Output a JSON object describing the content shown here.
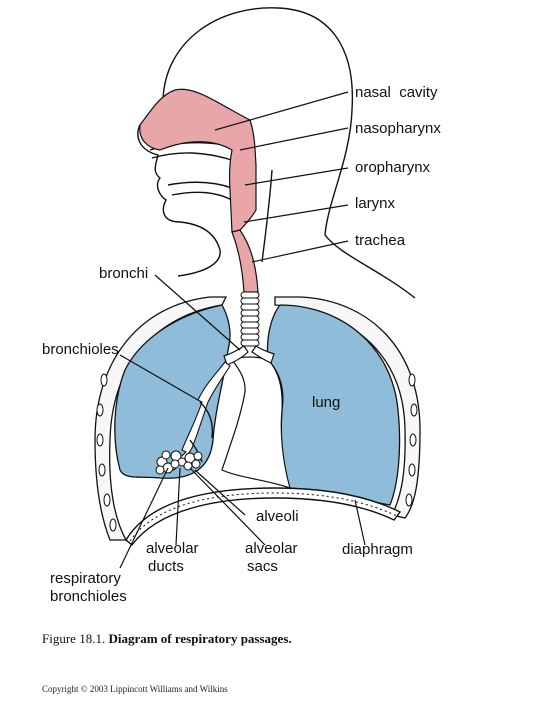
{
  "colors": {
    "airway": "#e8a6a9",
    "lung": "#8fbcd9",
    "outline": "#111111",
    "background": "#ffffff"
  },
  "labels": {
    "nasal_cavity": "nasal  cavity",
    "nasopharynx": "nasopharynx",
    "oropharynx": "oropharynx",
    "larynx": "larynx",
    "trachea": "trachea",
    "bronchi": "bronchi",
    "bronchioles": "bronchioles",
    "lung": "lung",
    "alveoli": "alveoli",
    "alveolar_ducts_line1": "alveolar",
    "alveolar_ducts_line2": "ducts",
    "alveolar_sacs_line1": "alveolar",
    "alveolar_sacs_line2": "sacs",
    "diaphragm": "diaphragm",
    "respiratory_bronchioles_line1": "respiratory",
    "respiratory_bronchioles_line2": "bronchioles"
  },
  "caption": {
    "prefix": "Figure 18.1. ",
    "title": "Diagram of respiratory passages."
  },
  "copyright": "Copyright © 2003 Lippincott Williams and Wilkins"
}
